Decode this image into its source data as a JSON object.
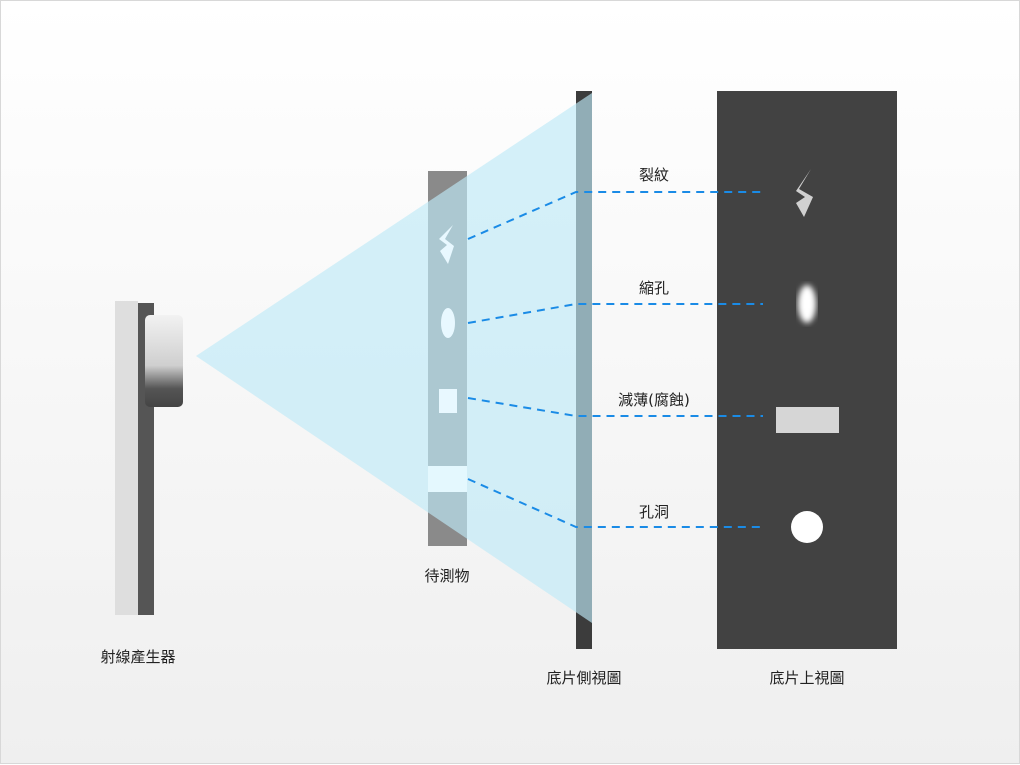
{
  "labels": {
    "generator": "射線產生器",
    "specimen": "待測物",
    "film_side": "底片側視圖",
    "film_top": "底片上視圖"
  },
  "defects": [
    {
      "name": "裂紋"
    },
    {
      "name": "縮孔"
    },
    {
      "name": "減薄(腐蝕)"
    },
    {
      "name": "孔洞"
    }
  ],
  "colors": {
    "dash": "#1a8be6",
    "beam": "#cdeffa",
    "film": "#424242"
  }
}
